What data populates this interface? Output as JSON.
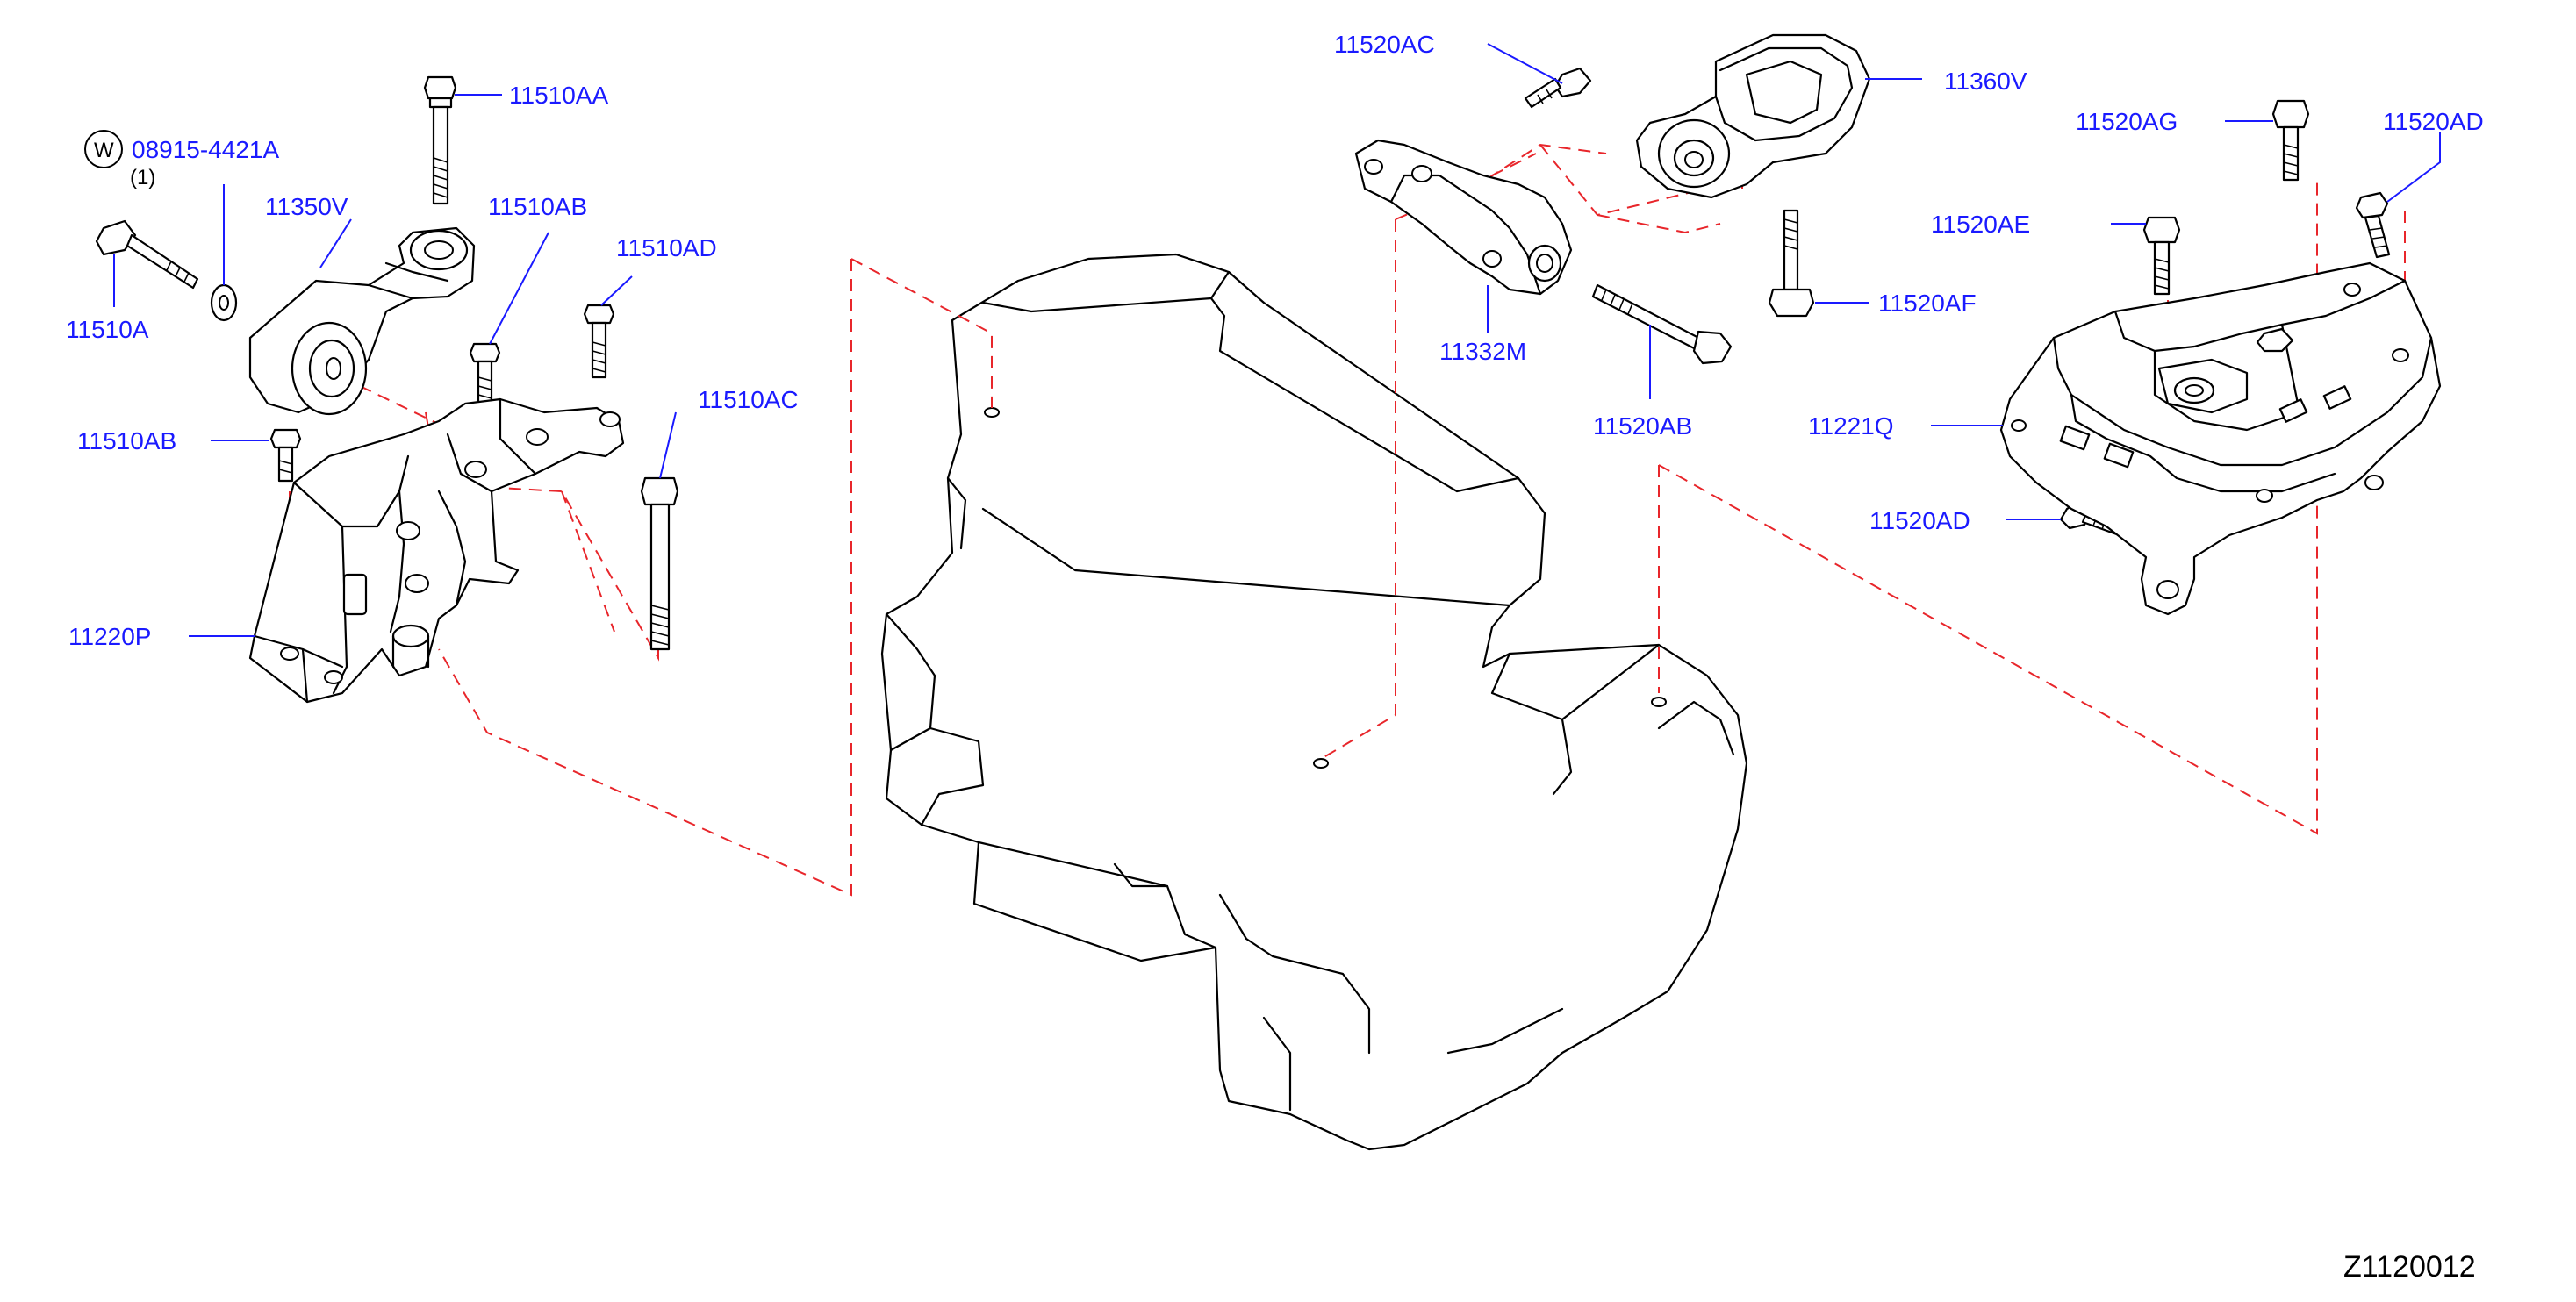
{
  "diagram_ref": "Z1120012",
  "labels": {
    "p11510AA": "11510AA",
    "p08915": "08915-4421A",
    "washer_symbol": "W",
    "qty_1": "(1)",
    "p11350V": "11350V",
    "p11510AB_top": "11510AB",
    "p11510AD_left": "11510AD",
    "p11510A": "11510A",
    "p11510AC": "11510AC",
    "p11510AB_left": "11510AB",
    "p11220P": "11220P",
    "p11520AC": "11520AC",
    "p11360V": "11360V",
    "p11520AG": "11520AG",
    "p11520AD_top": "11520AD",
    "p11520AE": "11520AE",
    "p11520AF": "11520AF",
    "p11332M": "11332M",
    "p11520AB": "11520AB",
    "p11221Q": "11221Q",
    "p11520AD_bottom": "11520AD"
  },
  "colors": {
    "label": "#1a1aff",
    "leader": "#1a1aff",
    "dashed_guide": "#e8262b",
    "outline": "#000000"
  }
}
